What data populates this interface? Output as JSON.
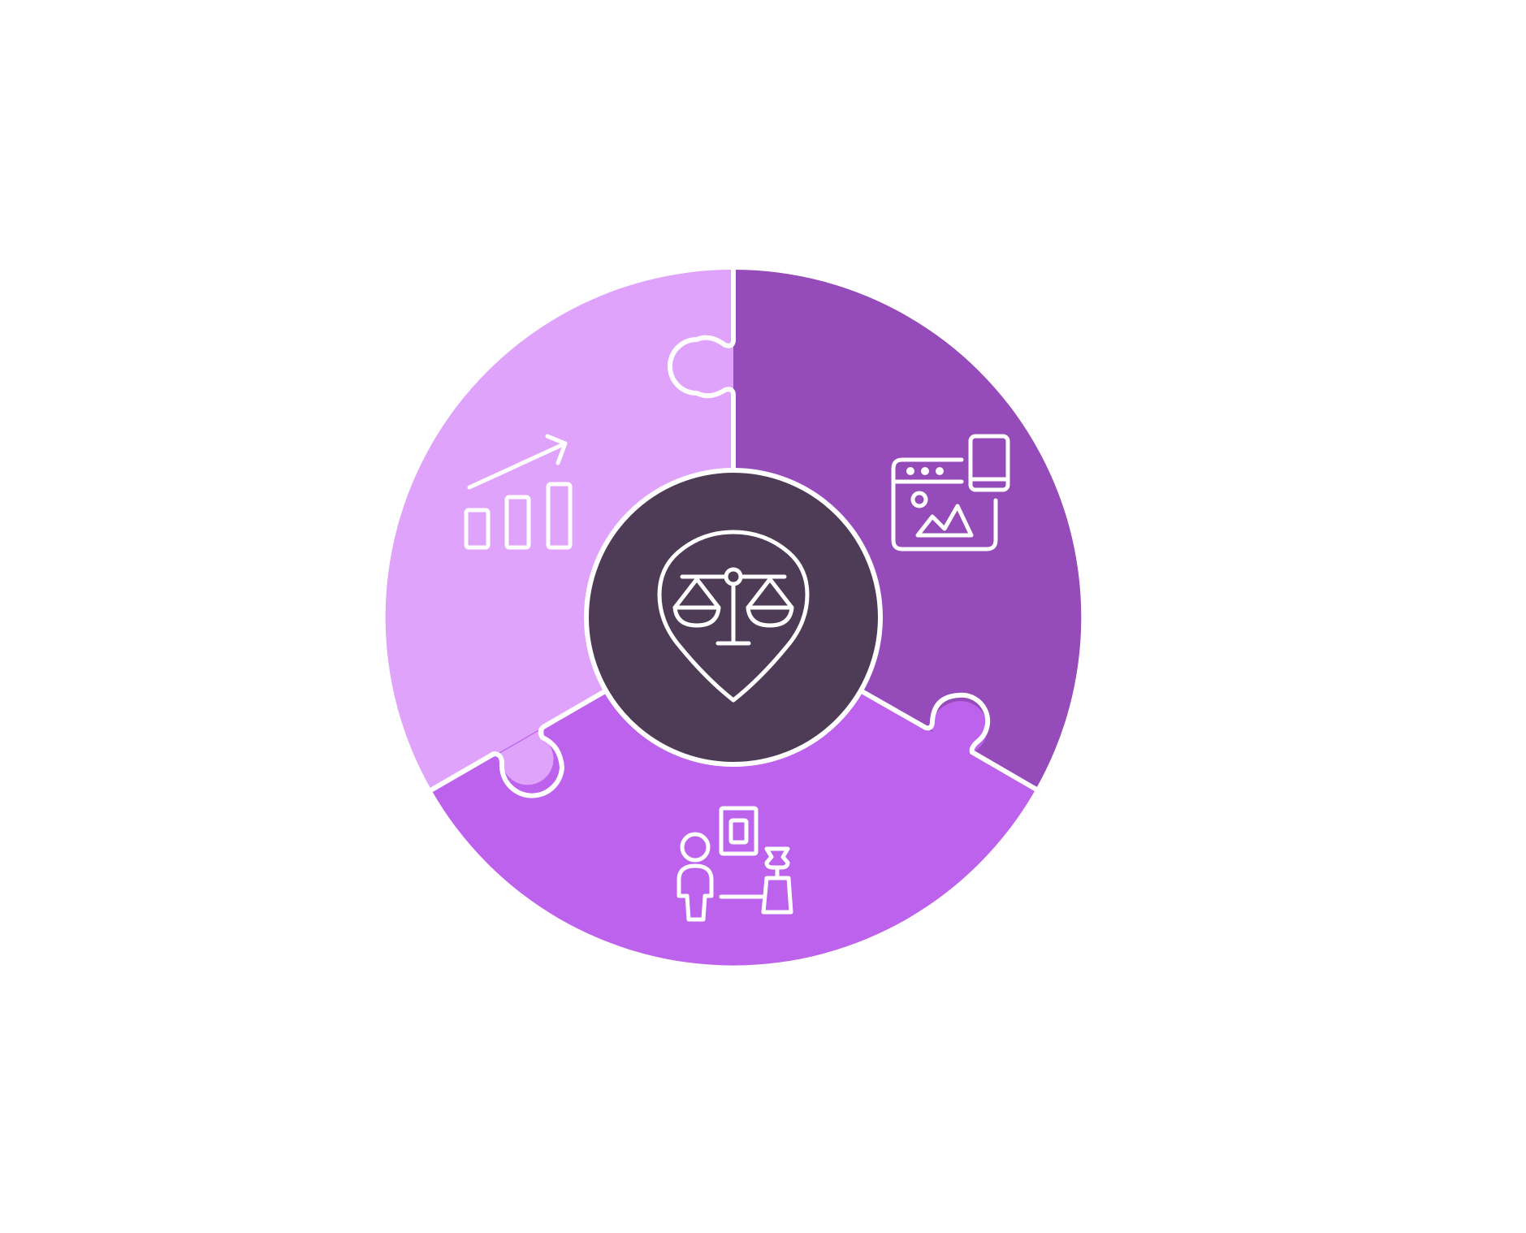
{
  "diagram": {
    "type": "puzzle-cycle",
    "segments": [
      {
        "id": "analytics",
        "icon": "bar-chart-growth-icon",
        "color": "#e0a3fb"
      },
      {
        "id": "web-mobile",
        "icon": "browser-and-phone-icon",
        "color": "#954bb9"
      },
      {
        "id": "teamwork",
        "icon": "people-collaboration-icon",
        "color": "#bd62ec"
      }
    ],
    "center": {
      "icon": "balance-scale-location-pin-icon",
      "color": "#4e3c56"
    },
    "seam_color": "#ffffff",
    "background": "#ffffff"
  }
}
